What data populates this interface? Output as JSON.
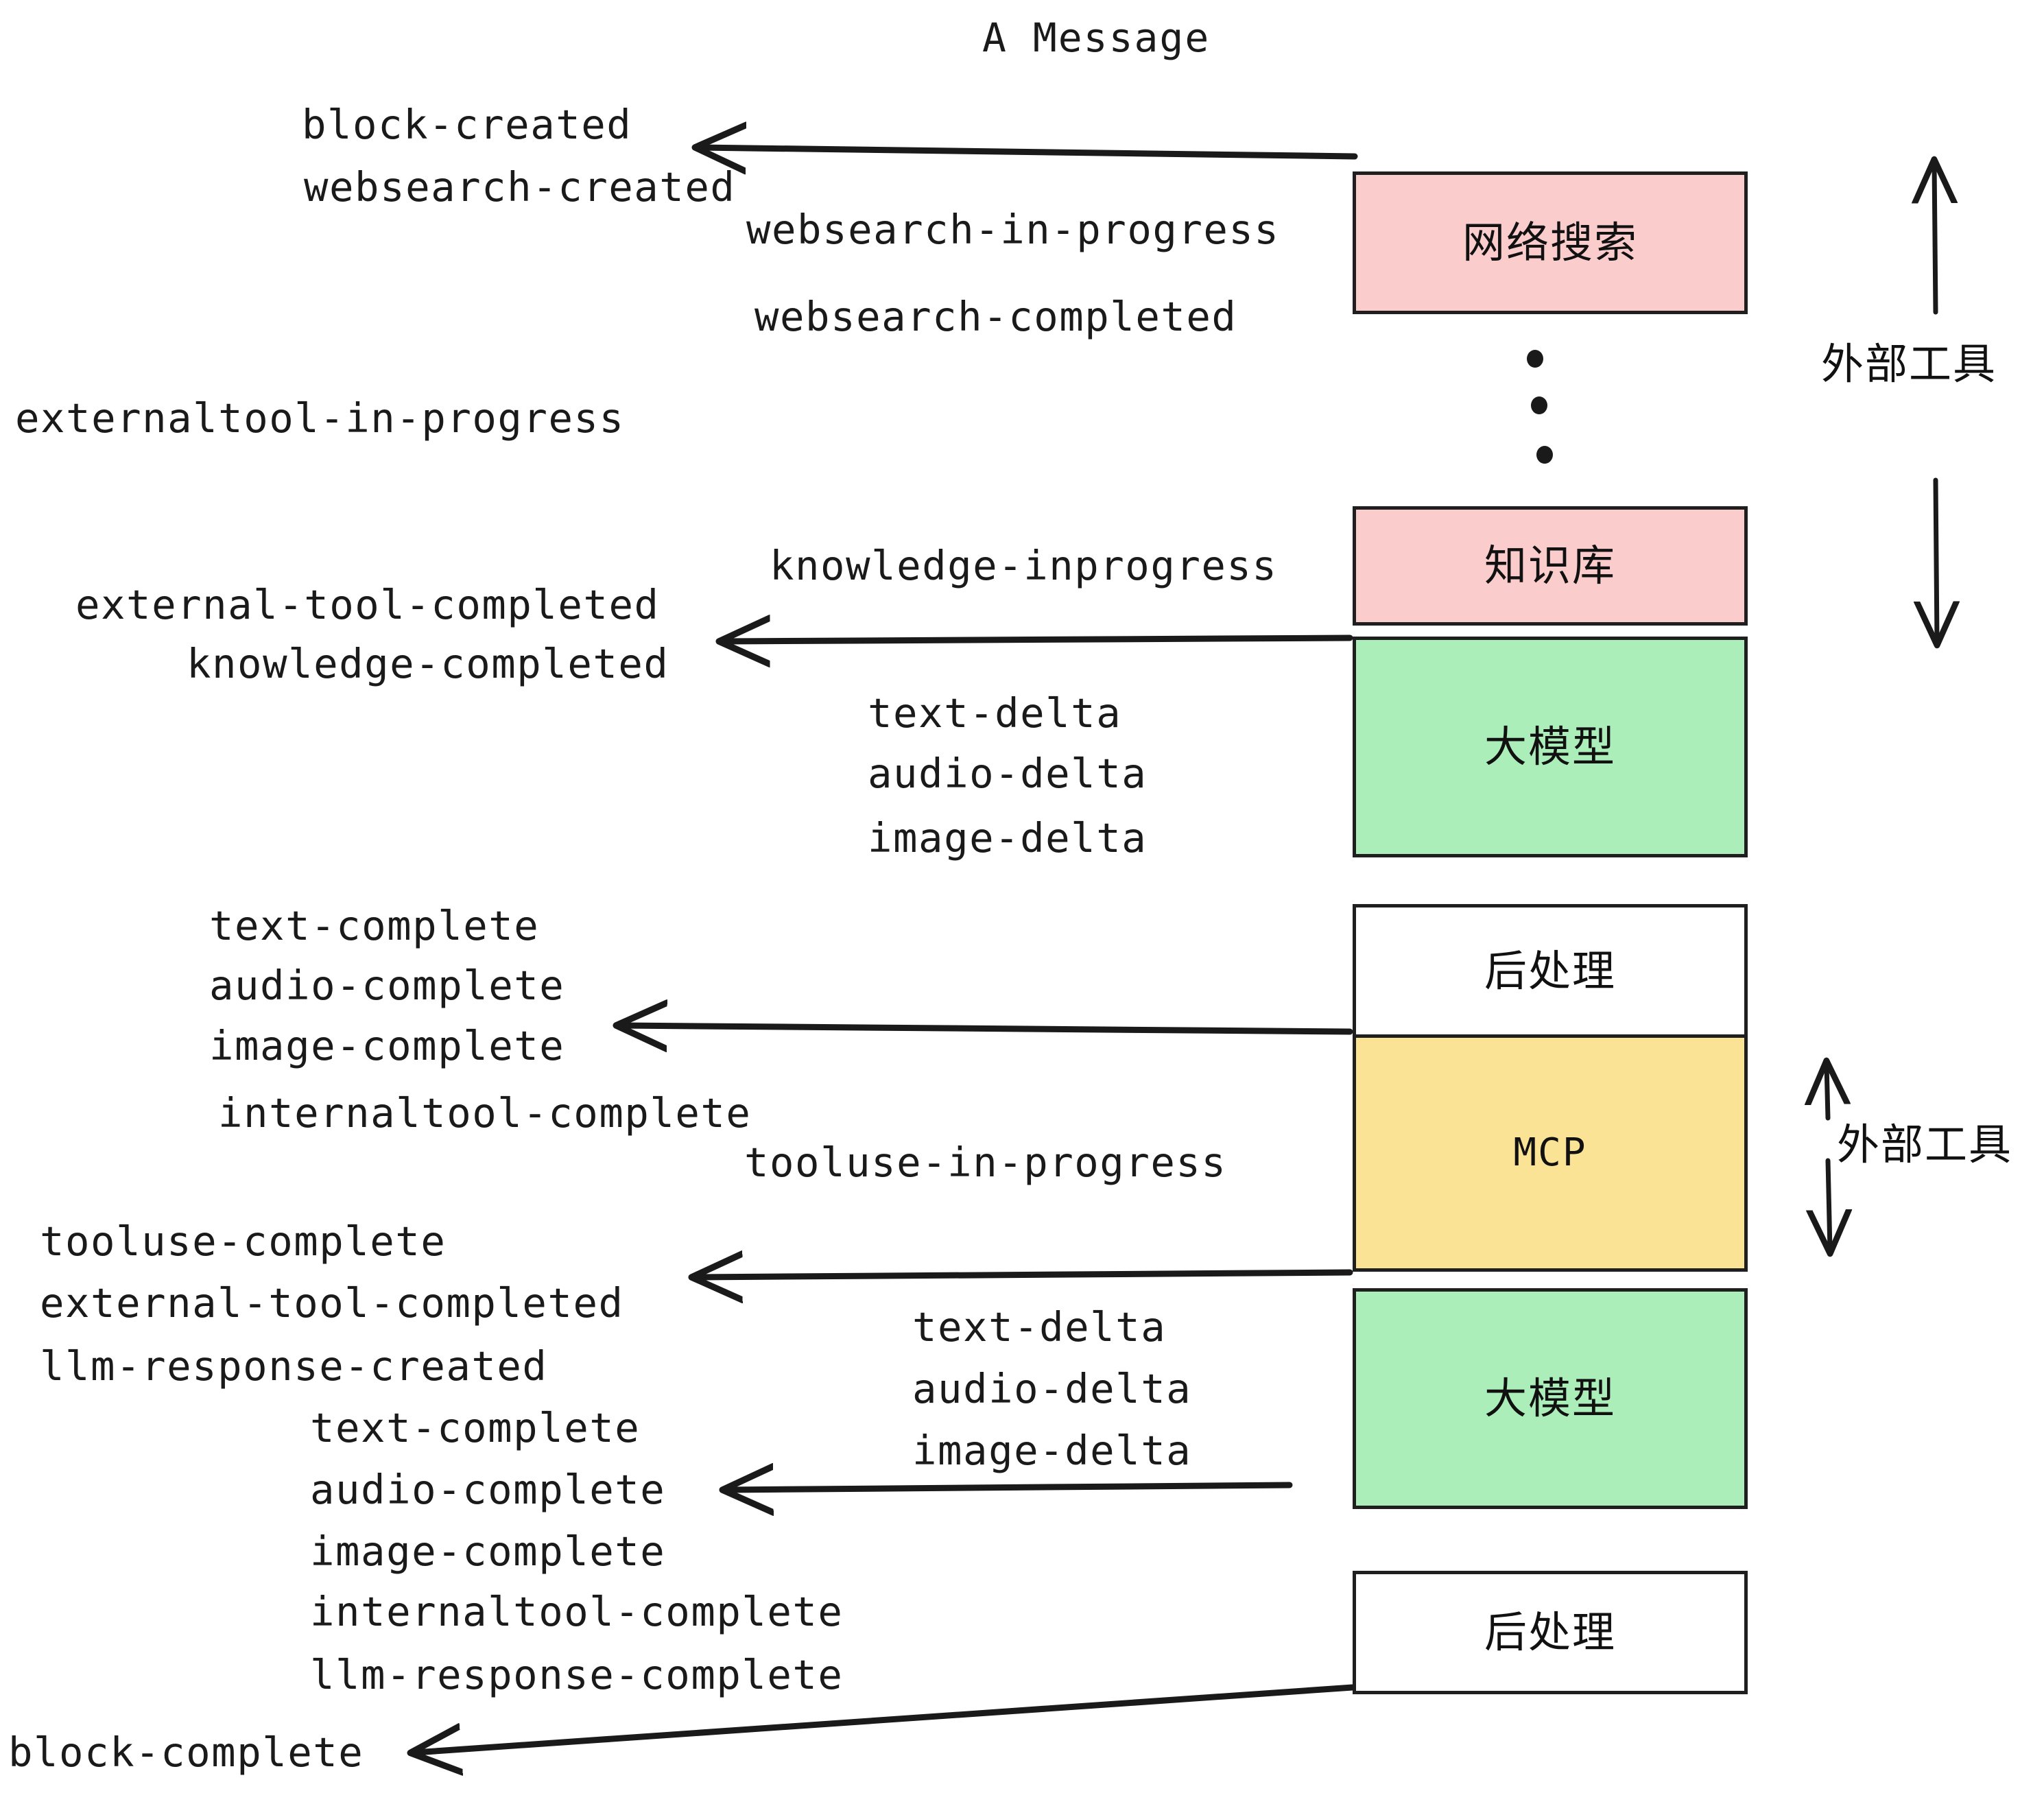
{
  "title": "A Message",
  "colors": {
    "pink": "#fbcccc",
    "green": "#abeeba",
    "yellow": "#fbe396",
    "white": "#ffffff",
    "stroke": "#1f1f1f",
    "text": "#1a1a1a"
  },
  "nodes": [
    {
      "label": "网络搜索",
      "fill": "#fbcccc",
      "mono": false
    },
    {
      "label": "知识库",
      "fill": "#fbcccc",
      "mono": false
    },
    {
      "label": "大模型",
      "fill": "#abeeba",
      "mono": false
    },
    {
      "label": "后处理",
      "fill": "#ffffff",
      "mono": false
    },
    {
      "label": "MCP",
      "fill": "#fbe396",
      "mono": true
    },
    {
      "label": "大模型",
      "fill": "#abeeba",
      "mono": false
    },
    {
      "label": "后处理",
      "fill": "#ffffff",
      "mono": false
    }
  ],
  "group_labels": [
    {
      "label": "外部工具"
    },
    {
      "label": "外部工具"
    }
  ],
  "events": [
    {
      "text": "block-created"
    },
    {
      "text": "websearch-created"
    },
    {
      "text": "websearch-in-progress"
    },
    {
      "text": "websearch-completed"
    },
    {
      "text": "externaltool-in-progress"
    },
    {
      "text": "knowledge-inprogress"
    },
    {
      "text": "external-tool-completed"
    },
    {
      "text": "knowledge-completed"
    },
    {
      "text": "text-delta"
    },
    {
      "text": "audio-delta"
    },
    {
      "text": "image-delta"
    },
    {
      "text": "text-complete"
    },
    {
      "text": "audio-complete"
    },
    {
      "text": "image-complete"
    },
    {
      "text": "internaltool-complete"
    },
    {
      "text": "tooluse-in-progress"
    },
    {
      "text": "tooluse-complete"
    },
    {
      "text": "external-tool-completed"
    },
    {
      "text": "llm-response-created"
    },
    {
      "text": "text-delta"
    },
    {
      "text": "audio-delta"
    },
    {
      "text": "image-delta"
    },
    {
      "text": "text-complete"
    },
    {
      "text": "audio-complete"
    },
    {
      "text": "image-complete"
    },
    {
      "text": "internaltool-complete"
    },
    {
      "text": "llm-response-complete"
    },
    {
      "text": "block-complete"
    }
  ]
}
